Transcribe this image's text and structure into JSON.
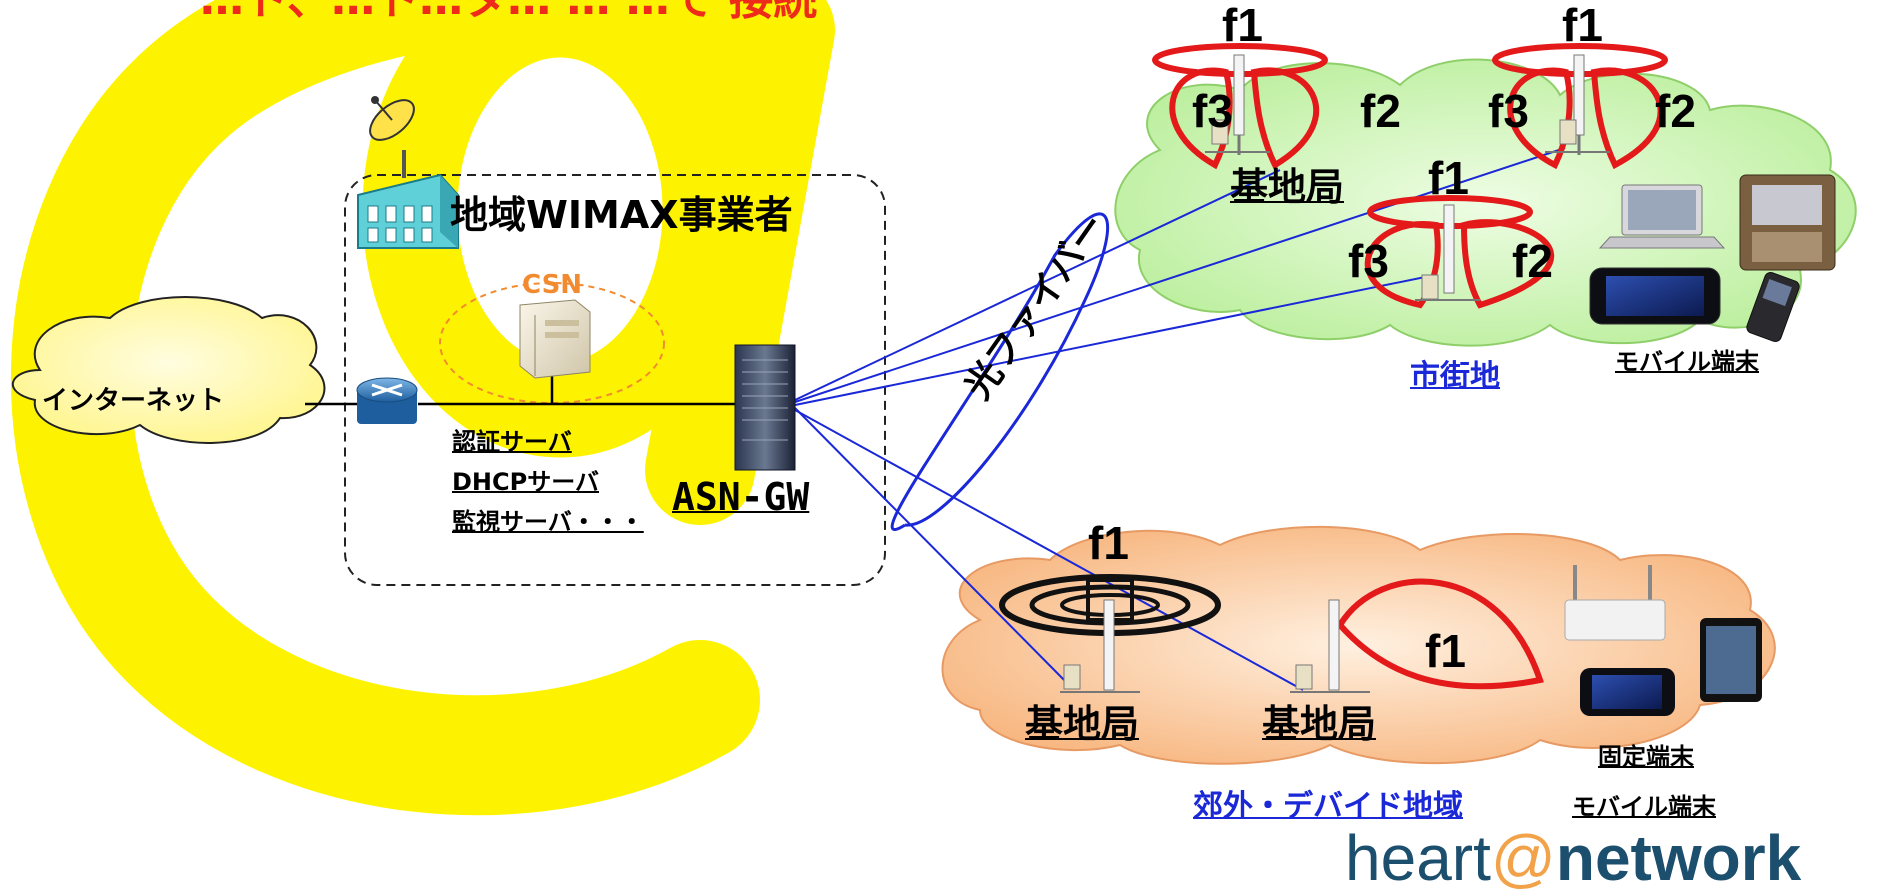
{
  "title_partial": "…ト、…ト…タ… … …で 接続",
  "operator": {
    "label": "地域WIMAX事業者",
    "csn": "CSN"
  },
  "internet": "インターネット",
  "servers": [
    "認証サーバ",
    "DHCPサーバ",
    "監視サーバ・・・"
  ],
  "asn_gw": "ASN-GW",
  "fiber": "光ファイバー",
  "urban": {
    "base_station": "基地局",
    "area": "市街地",
    "terminals": "モバイル端末",
    "freqs": [
      "f1",
      "f2",
      "f3"
    ]
  },
  "suburban": {
    "base_stations": [
      "基地局",
      "基地局"
    ],
    "area": "郊外・デバイド地域",
    "terminals": [
      "固定端末",
      "モバイル端末"
    ],
    "freq": "f1"
  },
  "logo": {
    "part1": "heart",
    "at": "@",
    "part2": "network"
  },
  "colors": {
    "watermark": "#fdf300",
    "title": "#ee2a1a",
    "sector": "#e3191a",
    "link": "#1a28d8",
    "cloud_urban": "#c8f2b0",
    "cloud_suburban": "#f9c190",
    "cloud_internet": "#fff98c"
  }
}
